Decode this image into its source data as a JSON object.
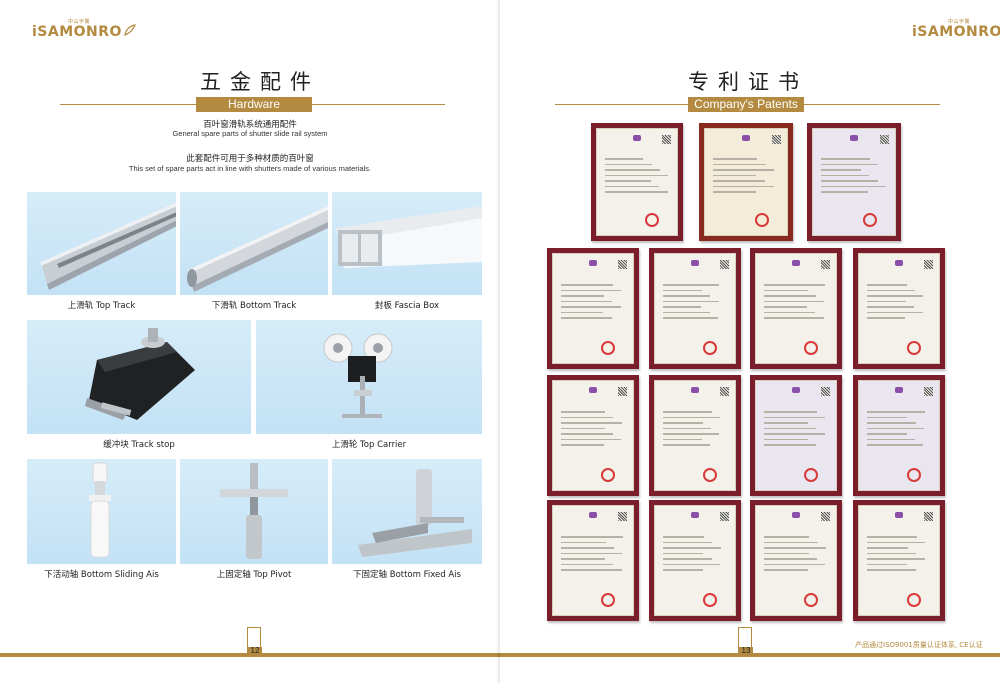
{
  "brand": {
    "name": "iSAMONRO",
    "sub": "中山宇翼",
    "color": "#b38a3f"
  },
  "left": {
    "title_cn": "五金配件",
    "title_en": "Hardware",
    "subtitle_cn": "百叶窗滑轨系统通用配件",
    "subtitle_en": "General spare parts of shutter slide rail system",
    "desc_cn": "此套配件可用于多种材质的百叶窗",
    "desc_en": "This set of spare parts act in line with shutters made of various materials.",
    "items": [
      {
        "caption": "上滑轨 Top Track"
      },
      {
        "caption": "下滑轨 Bottom Track"
      },
      {
        "caption": "封板 Fascia Box"
      },
      {
        "caption": "缓冲块 Track stop"
      },
      {
        "caption": "上滑轮 Top Carrier"
      },
      {
        "caption": "下活动轴 Bottom Sliding Ais"
      },
      {
        "caption": "上固定轴 Top Pivot"
      },
      {
        "caption": "下固定轴 Bottom Fixed Ais"
      }
    ],
    "page_number": "12"
  },
  "right": {
    "title_cn": "专利证书",
    "title_en": "Company's Patents",
    "page_number": "13",
    "note": "产品通过ISO9001质量认证体系, CE认证"
  },
  "colors": {
    "gold": "#b38a3f",
    "frame": "#7b1e2c",
    "photo_bg": "#c9e5f6"
  }
}
